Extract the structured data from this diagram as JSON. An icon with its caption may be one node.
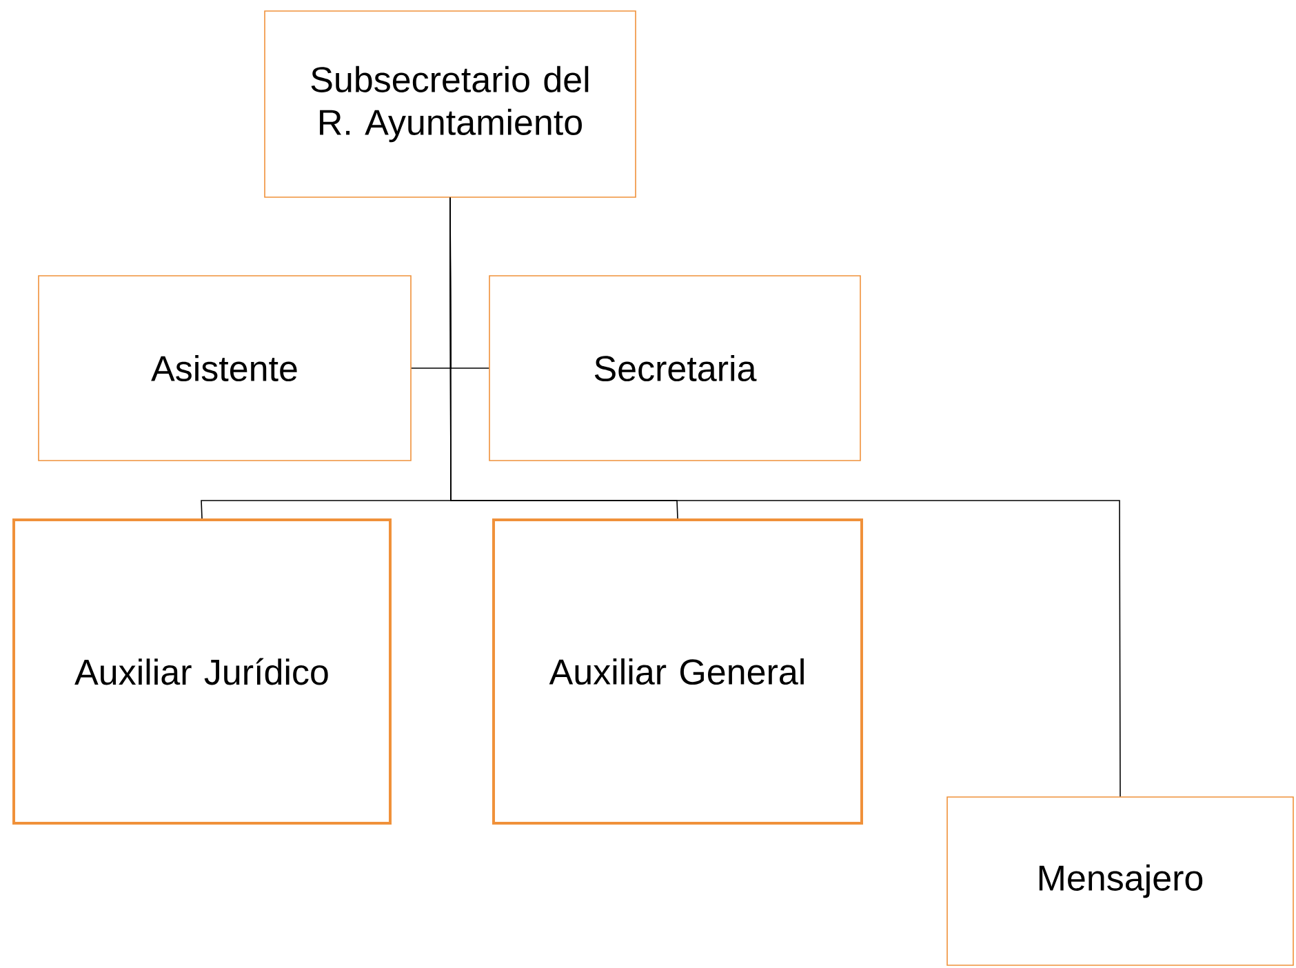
{
  "diagram": {
    "nodes": [
      {
        "text": [
          "Subsecretario del R. Ayuntamiento"
        ]
      },
      {
        "text": [
          "Asistente"
        ]
      },
      {
        "text": [
          "Secretaria"
        ]
      },
      {
        "text": [
          "Auxiliar Jurídico"
        ]
      },
      {
        "text": [
          "Auxiliar General"
        ]
      },
      {
        "text": [
          "Mensajero"
        ]
      }
    ],
    "edges": [
      {
        "from": 0,
        "to": 1,
        "arrow": "none"
      },
      {
        "from": 0,
        "to": 2,
        "arrow": "none"
      },
      {
        "from": 0,
        "to": 3,
        "arrow": "none"
      },
      {
        "from": 0,
        "to": 4,
        "arrow": "none"
      },
      {
        "from": 0,
        "to": 5,
        "arrow": "none"
      }
    ]
  }
}
